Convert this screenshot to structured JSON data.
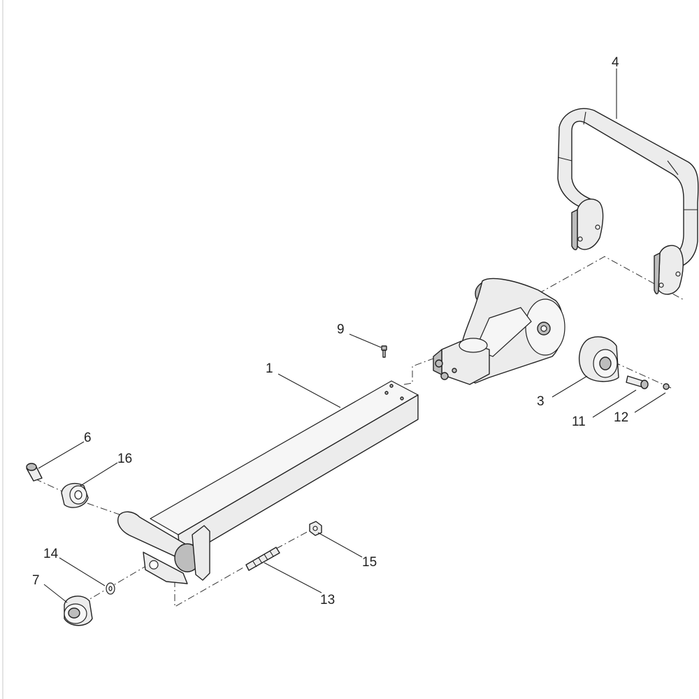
{
  "callouts": {
    "c1": "1",
    "c3": "3",
    "c4": "4",
    "c6": "6",
    "c7": "7",
    "c9": "9",
    "c11": "11",
    "c12": "12",
    "c13": "13",
    "c14": "14",
    "c15": "15",
    "c16": "16"
  },
  "colors": {
    "line": "#222222",
    "part_fill": "#ececec",
    "part_shade": "#bdbdbd",
    "background": "#ffffff"
  }
}
